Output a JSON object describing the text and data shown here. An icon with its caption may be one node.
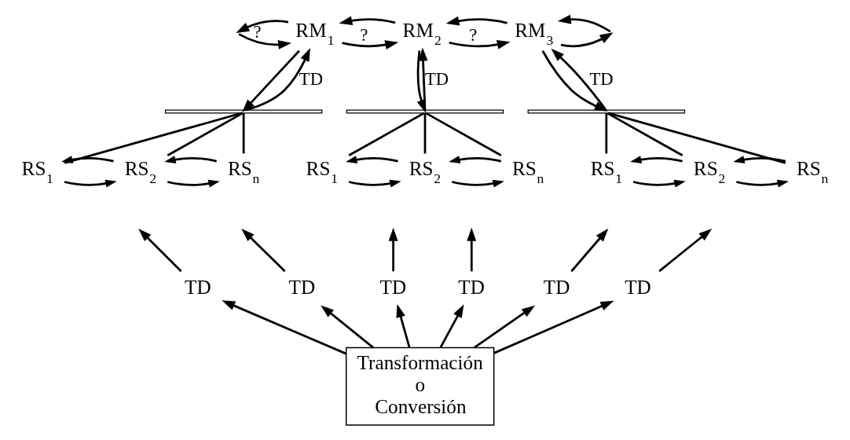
{
  "diagram": {
    "nodes": [
      {
        "text": [
          "RM$_{1}$"
        ]
      },
      {
        "text": [
          "RM$_{2}$"
        ]
      },
      {
        "text": [
          "RM$_{3}$"
        ]
      },
      {
        "text": [],
        "shape": "bracket"
      },
      {
        "text": [],
        "shape": "bracket"
      },
      {
        "text": [],
        "shape": "bracket"
      },
      {
        "text": [
          "RS$_{1}$"
        ]
      },
      {
        "text": [
          "RS$_{2}$"
        ]
      },
      {
        "text": [
          "RS$_{n}$"
        ]
      },
      {
        "text": [
          "RS$_{1}$"
        ]
      },
      {
        "text": [
          "RS$_{2}$"
        ]
      },
      {
        "text": [
          "RS$_{n}$"
        ]
      },
      {
        "text": [
          "RS$_{1}$"
        ]
      },
      {
        "text": [
          "RS$_{2}$"
        ]
      },
      {
        "text": [
          "RS$_{n}$"
        ]
      },
      {
        "text": [
          "TD"
        ]
      },
      {
        "text": [
          "TD"
        ]
      },
      {
        "text": [
          "TD"
        ]
      },
      {
        "text": [
          "TD"
        ]
      },
      {
        "text": [
          "TD"
        ]
      },
      {
        "text": [
          "TD"
        ]
      },
      {
        "text": [
          "Transformación o Conversión"
        ]
      }
    ],
    "edges": [
      {
        "from": null,
        "to": 0,
        "arrow": "to",
        "label": "?"
      },
      {
        "from": 0,
        "to": null,
        "arrow": "to"
      },
      {
        "from": 0,
        "to": 1,
        "arrow": "to",
        "label": "?"
      },
      {
        "from": 1,
        "to": 0,
        "arrow": "to"
      },
      {
        "from": 1,
        "to": 2,
        "arrow": "to",
        "label": "?"
      },
      {
        "from": 2,
        "to": 1,
        "arrow": "to"
      },
      {
        "from": 2,
        "to": null,
        "arrow": "to"
      },
      {
        "from": null,
        "to": 2,
        "arrow": "to"
      },
      {
        "from": 0,
        "to": 3,
        "arrow": "to"
      },
      {
        "from": 3,
        "to": 0,
        "arrow": "to",
        "label": "TD"
      },
      {
        "from": 1,
        "to": 4,
        "arrow": "to"
      },
      {
        "from": 4,
        "to": 1,
        "arrow": "to",
        "label": "TD"
      },
      {
        "from": 2,
        "to": 5,
        "arrow": "to"
      },
      {
        "from": 5,
        "to": 2,
        "arrow": "to",
        "label": "TD"
      },
      {
        "from": 3,
        "to": 6,
        "arrow": "none"
      },
      {
        "from": 3,
        "to": 7,
        "arrow": "none"
      },
      {
        "from": 3,
        "to": 8,
        "arrow": "none"
      },
      {
        "from": 4,
        "to": 9,
        "arrow": "none"
      },
      {
        "from": 4,
        "to": 10,
        "arrow": "none"
      },
      {
        "from": 4,
        "to": 11,
        "arrow": "none"
      },
      {
        "from": 5,
        "to": 12,
        "arrow": "none"
      },
      {
        "from": 5,
        "to": 13,
        "arrow": "none"
      },
      {
        "from": 5,
        "to": 14,
        "arrow": "none"
      },
      {
        "from": 6,
        "to": 7,
        "arrow": "to"
      },
      {
        "from": 7,
        "to": 6,
        "arrow": "to"
      },
      {
        "from": 7,
        "to": 8,
        "arrow": "to"
      },
      {
        "from": 8,
        "to": 7,
        "arrow": "to"
      },
      {
        "from": 9,
        "to": 10,
        "arrow": "to"
      },
      {
        "from": 10,
        "to": 9,
        "arrow": "to"
      },
      {
        "from": 10,
        "to": 11,
        "arrow": "to"
      },
      {
        "from": 11,
        "to": 10,
        "arrow": "to"
      },
      {
        "from": 12,
        "to": 13,
        "arrow": "to"
      },
      {
        "from": 13,
        "to": 12,
        "arrow": "to"
      },
      {
        "from": 13,
        "to": 14,
        "arrow": "to"
      },
      {
        "from": 14,
        "to": 13,
        "arrow": "to"
      },
      {
        "from": 15,
        "to": null,
        "arrow": "to"
      },
      {
        "from": 16,
        "to": null,
        "arrow": "to"
      },
      {
        "from": 17,
        "to": null,
        "arrow": "to"
      },
      {
        "from": 18,
        "to": null,
        "arrow": "to"
      },
      {
        "from": 19,
        "to": null,
        "arrow": "to"
      },
      {
        "from": 20,
        "to": null,
        "arrow": "to"
      },
      {
        "from": 21,
        "to": 15,
        "arrow": "to"
      },
      {
        "from": 21,
        "to": 16,
        "arrow": "to"
      },
      {
        "from": 21,
        "to": 17,
        "arrow": "to"
      },
      {
        "from": 21,
        "to": 18,
        "arrow": "to"
      },
      {
        "from": 21,
        "to": 19,
        "arrow": "to"
      },
      {
        "from": 21,
        "to": 20,
        "arrow": "to"
      }
    ]
  }
}
